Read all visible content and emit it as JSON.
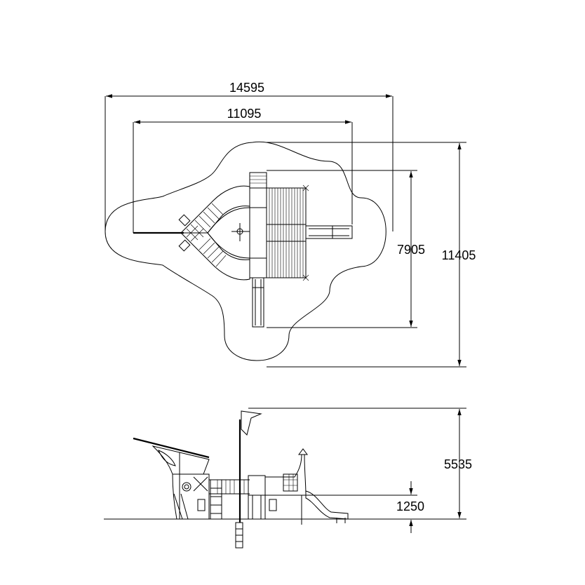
{
  "plan_view": {
    "dim_overall_width": "14595",
    "dim_structure_width": "11095",
    "dim_structure_depth": "7905",
    "dim_overall_depth": "11405"
  },
  "elevation_view": {
    "dim_overall_height": "5535",
    "dim_platform_height": "1250"
  }
}
